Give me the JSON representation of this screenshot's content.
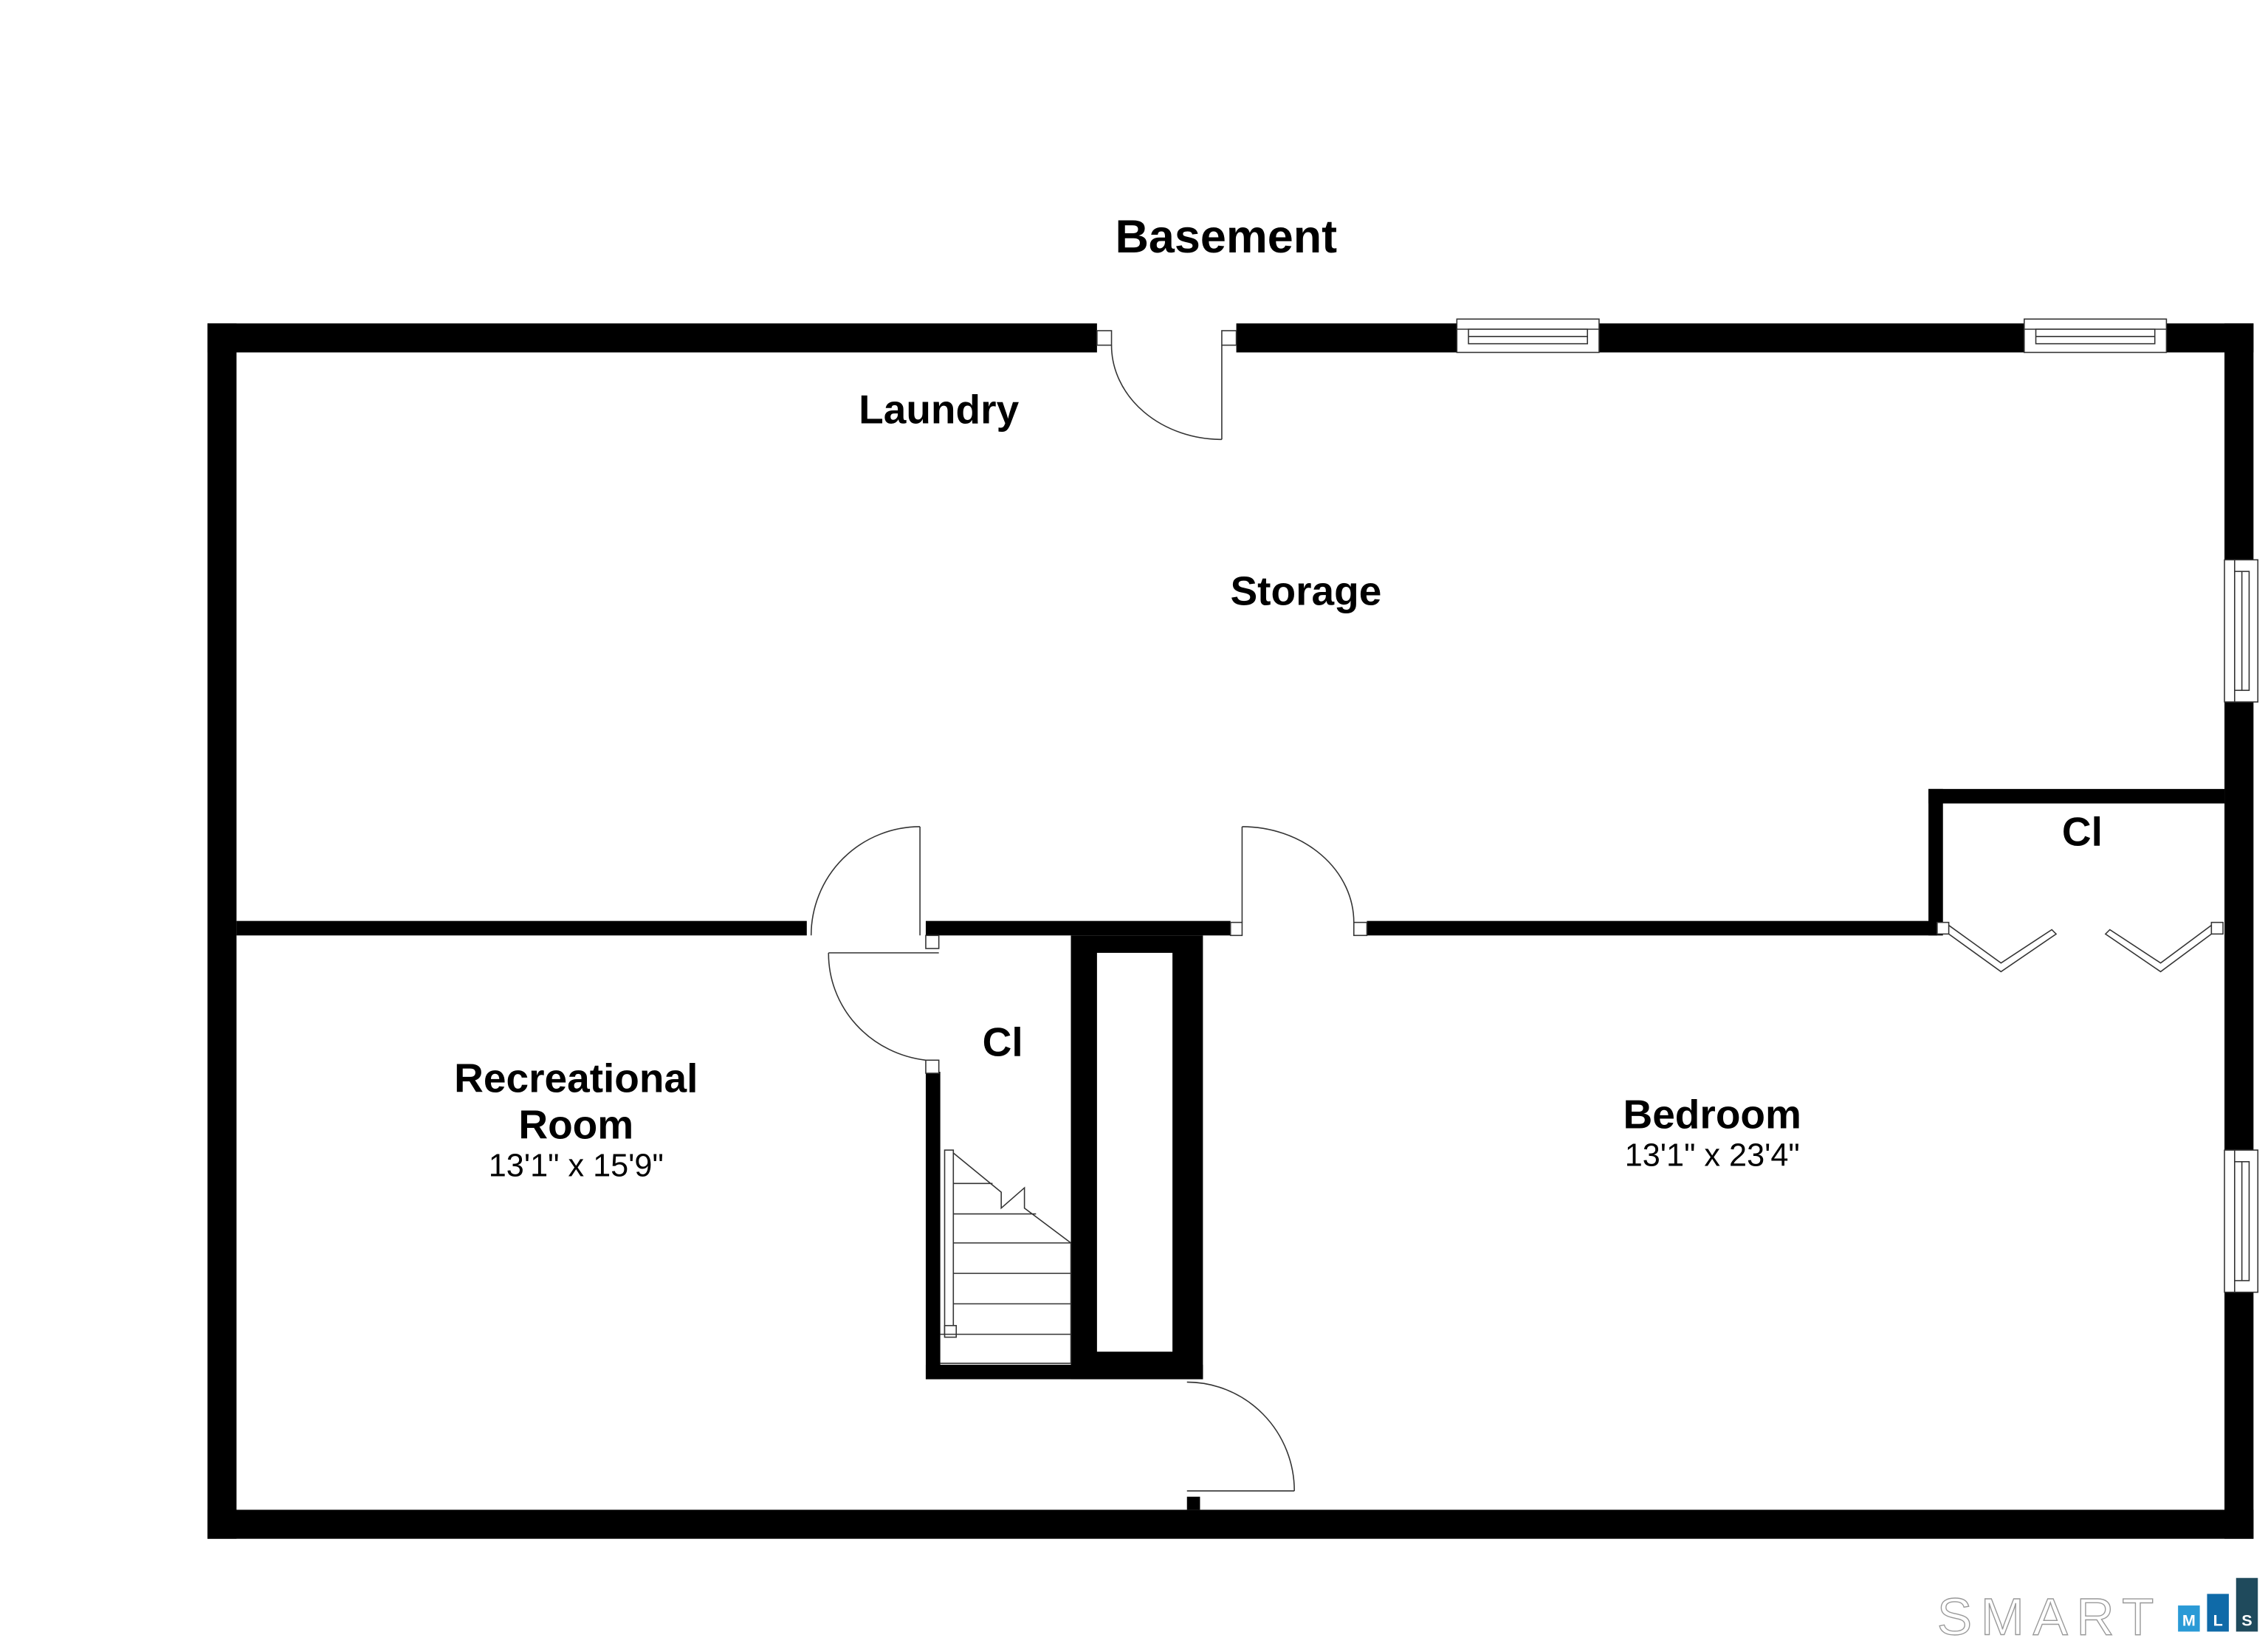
{
  "plan": {
    "title": "Basement",
    "rooms": [
      {
        "id": "laundry",
        "name": "Laundry",
        "dimensions": ""
      },
      {
        "id": "storage",
        "name": "Storage",
        "dimensions": ""
      },
      {
        "id": "closet_right",
        "name": "Cl",
        "dimensions": ""
      },
      {
        "id": "closet_stair",
        "name": "Cl",
        "dimensions": ""
      },
      {
        "id": "recreational",
        "name_line1": "Recreational",
        "name_line2": "Room",
        "dimensions": "13'1\" x 15'9\""
      },
      {
        "id": "bedroom",
        "name": "Bedroom",
        "dimensions": "13'1\" x 23'4\""
      }
    ],
    "wall_color": "#000000",
    "background_color": "#ffffff"
  },
  "watermark": {
    "brand_text": "SMART",
    "boxes": [
      {
        "letter": "M",
        "color": "#2a9ad6"
      },
      {
        "letter": "L",
        "color": "#0f6aa8"
      },
      {
        "letter": "S",
        "color": "#1f4a5c"
      }
    ]
  }
}
